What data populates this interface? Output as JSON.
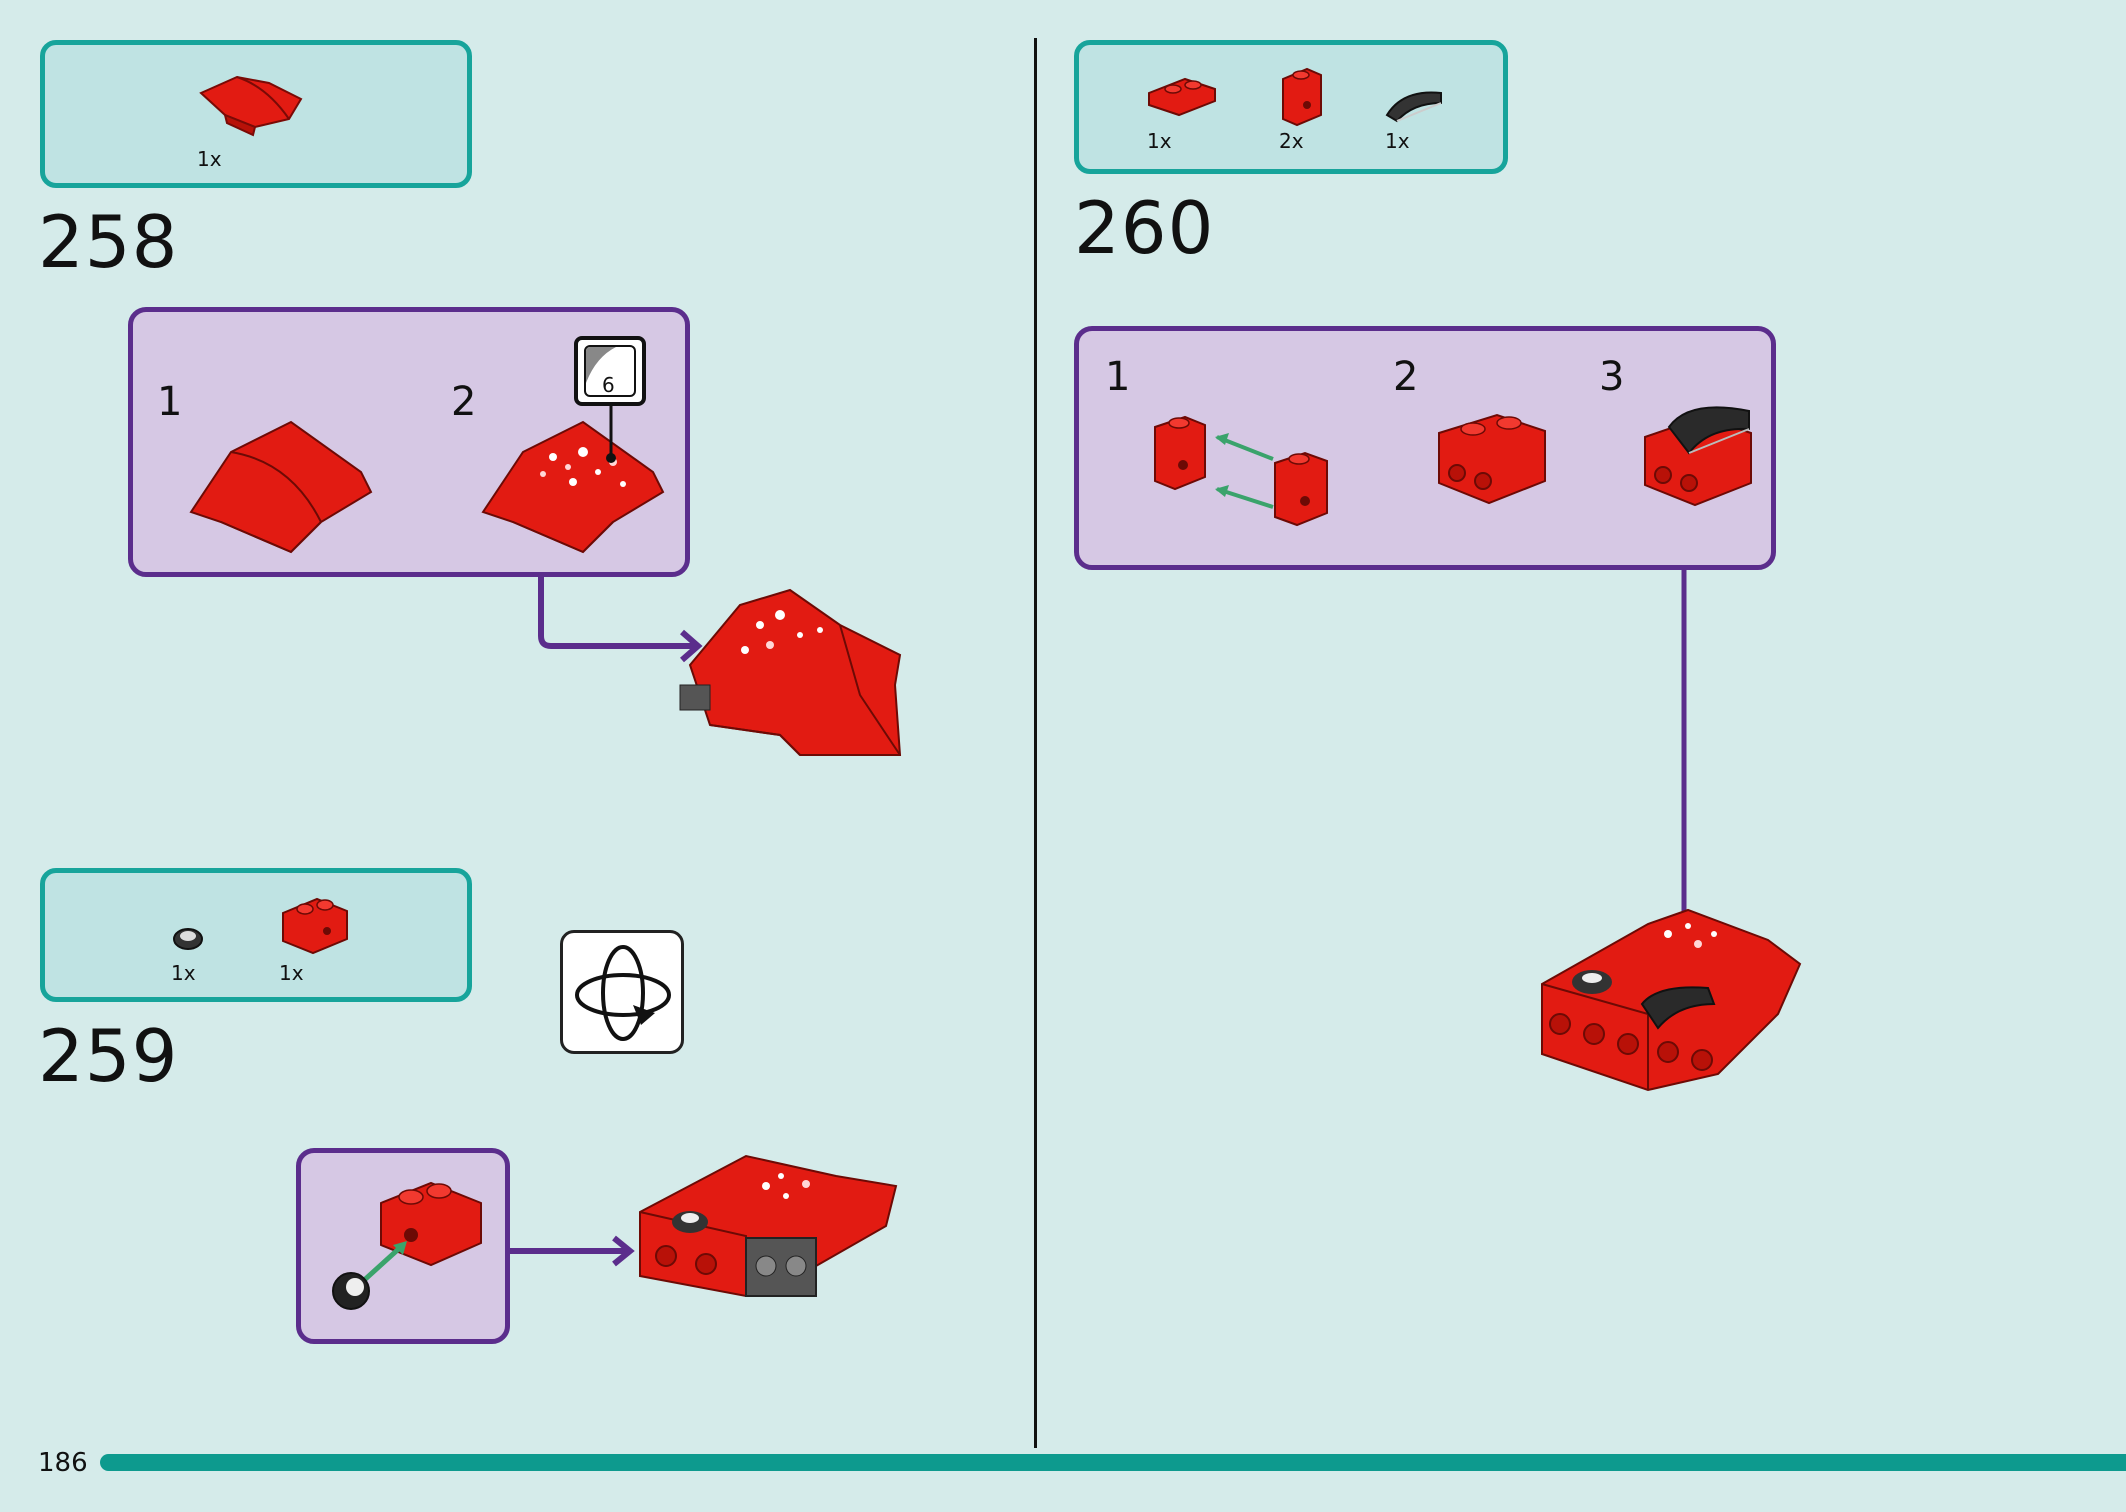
{
  "page": {
    "number": "186"
  },
  "steps": [
    {
      "number": "258",
      "parts": [
        {
          "qty": "1x",
          "icon": "red-curved-wedge-slope"
        }
      ],
      "substeps": [
        {
          "number": "1",
          "icon": "red-curved-wedge"
        },
        {
          "number": "2",
          "icon": "red-curved-wedge-with-sticker"
        }
      ],
      "sticker": {
        "number": "6"
      }
    },
    {
      "number": "259",
      "parts": [
        {
          "qty": "1x",
          "icon": "black-round-tile-1x1"
        },
        {
          "qty": "1x",
          "icon": "red-brick-1x2-with-stud-on-side"
        }
      ],
      "rotate_icon": "rotate-model-icon"
    },
    {
      "number": "260",
      "parts": [
        {
          "qty": "1x",
          "icon": "red-plate-1x2"
        },
        {
          "qty": "2x",
          "icon": "red-bracket-1x1"
        },
        {
          "qty": "1x",
          "icon": "black-quarter-round-tile"
        }
      ],
      "substeps": [
        {
          "number": "1",
          "icon": "two-red-brackets"
        },
        {
          "number": "2",
          "icon": "red-brick-assembly"
        },
        {
          "number": "3",
          "icon": "red-brick-with-black-tile"
        }
      ]
    }
  ],
  "colors": {
    "background": "#d5ebea",
    "parts_box_border": "#17a49b",
    "parts_box_fill": "#bfe3e3",
    "substep_border": "#5b2d8c",
    "substep_fill": "#d6c8e4",
    "brick_red": "#e21b12",
    "progress_bar": "#0d9a8e",
    "arrow_green": "#3aa36b"
  }
}
